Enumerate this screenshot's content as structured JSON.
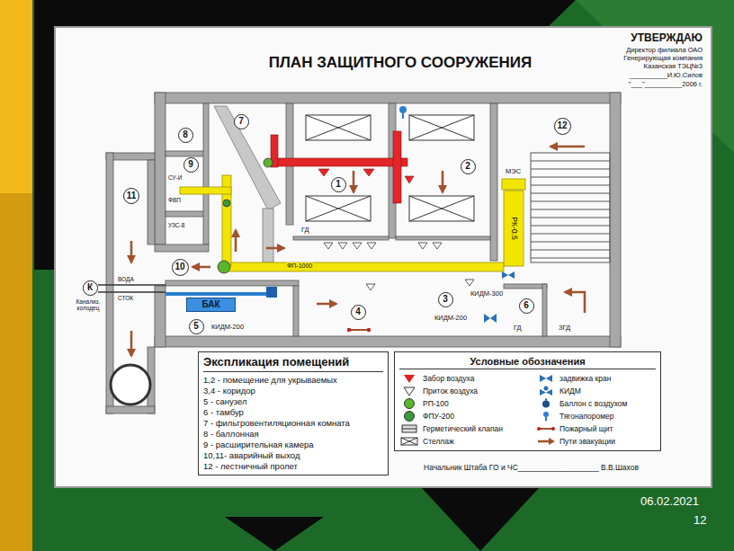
{
  "diagram": {
    "title": "ПЛАН ЗАЩИТНОГО СООРУЖЕНИЯ",
    "nodes": [
      {
        "text": [
          "1"
        ]
      },
      {
        "text": [
          "2"
        ]
      },
      {
        "text": [
          "3"
        ]
      },
      {
        "text": [
          "4"
        ]
      },
      {
        "text": [
          "5"
        ]
      },
      {
        "text": [
          "6"
        ]
      },
      {
        "text": [
          "7"
        ]
      },
      {
        "text": [
          "8"
        ]
      },
      {
        "text": [
          "9"
        ]
      },
      {
        "text": [
          "10"
        ]
      },
      {
        "text": [
          "11"
        ]
      },
      {
        "text": [
          "12"
        ]
      },
      {
        "text": [
          "К"
        ]
      },
      {
        "text": [
          "БАК"
        ]
      },
      {
        "text": [
          "Экспликация помещений",
          "1,2 - помещение для укрываемых",
          "3,4 - коридор",
          "5 - санузел",
          "6 - тамбур",
          "7 - фильтровентиляционная комната",
          "8 - баллонная",
          "9 - расширительная камера",
          "10,11- аварийный выход",
          "12 - лестничный пролет"
        ]
      },
      {
        "text": [
          "Условные обозначения"
        ]
      }
    ],
    "labels": [
      "УТВЕРЖДАЮ",
      "Директор филиала ОАО",
      "Генерирующая компания",
      "Казанская ТЭЦ№3",
      "__________И.Ю.Силов",
      "\"___\"__________2006 г.",
      "СУ-И",
      "ФВП",
      "УЗС-8",
      "ГД",
      "МЭС",
      "РК-0.5",
      "ФП-1000",
      "Канализ. колодец",
      "ВОДА",
      "СТОК",
      "КИДМ-300",
      "КИДМ-200",
      "ГД",
      "ЗГД",
      "КИДМ-200",
      "Начальник Штаба ГО и ЧС___________________ В.В.Шахов",
      "06.02.2021",
      "12"
    ],
    "legend": [
      {
        "text": "Забор воздуха"
      },
      {
        "text": "Приток воздуха"
      },
      {
        "text": "РП-100",
        "color": "#5ab52e"
      },
      {
        "text": "ФПУ-200",
        "color": "#3a9a3a"
      },
      {
        "text": "Герметический клапан"
      },
      {
        "text": "Стеллаж"
      },
      {
        "text": "задвижка кран"
      },
      {
        "text": "КИДМ"
      },
      {
        "text": "Баллон с воздухом"
      },
      {
        "text": "Тягонапоромер"
      },
      {
        "text": "Пожарный щит"
      },
      {
        "text": "Пути эвакуации"
      }
    ]
  }
}
